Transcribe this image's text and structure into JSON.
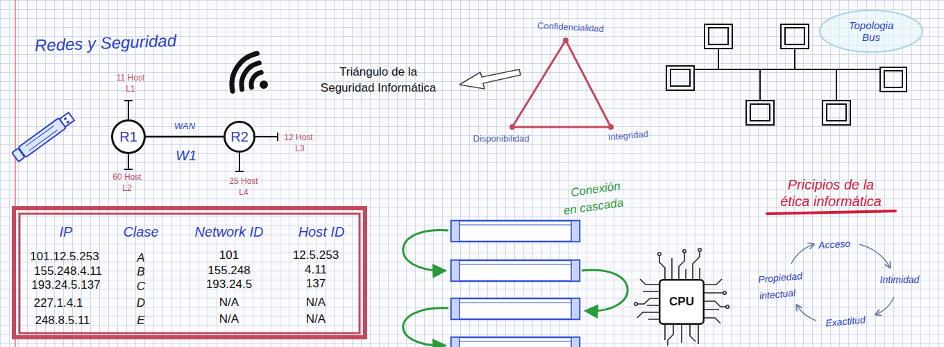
{
  "diagram": {
    "title": "Redes y Seguridad",
    "nodes": [
      {
        "text": [
          "R1"
        ]
      },
      {
        "text": [
          "R2"
        ]
      },
      {
        "text": [
          "Topologia Bus"
        ]
      },
      {
        "text": [
          "CPU"
        ]
      }
    ],
    "edges": [
      {
        "from": 0,
        "to": 1,
        "arrow": "none",
        "label": "WAN"
      }
    ],
    "labels": [
      "W1",
      "11 Host",
      "L1",
      "60 Host",
      "L2",
      "12 Host",
      "L3",
      "25 Host",
      "L4",
      "Triángulo de la",
      "Seguridad Informática",
      "Confidencialidad",
      "Disponibilidad",
      "Integridad",
      "IP",
      "Clase",
      "Network ID",
      "Host ID",
      "101.12.5.253",
      "A",
      "101",
      "12.5.253",
      "155.248.4.11",
      "B",
      "155.248",
      "4.11",
      "193.24.5.137",
      "C",
      "193.24.5",
      "137",
      "227.1.4.1",
      "D",
      "N/A",
      "N/A",
      "248.8.5.11",
      "E",
      "N/A",
      "N/A",
      "Conexión",
      "en cascada",
      "Pricipios de la",
      "ética informática",
      "Acceso",
      "Intimidad",
      "Exactitud",
      "Propiedad",
      "intectual"
    ]
  }
}
